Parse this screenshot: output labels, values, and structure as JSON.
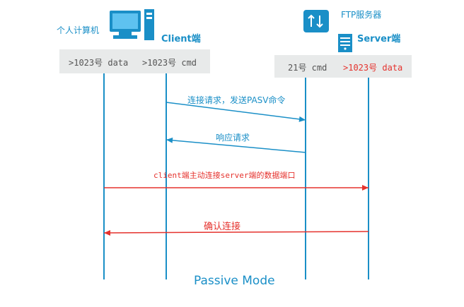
{
  "client": {
    "caption": "个人计算机",
    "name": "Client端",
    "port_data": ">1023号 data",
    "port_cmd": ">1023号 cmd"
  },
  "server": {
    "caption": "FTP服务器",
    "name": "Server端",
    "port_cmd": "21号 cmd",
    "port_data": ">1023号 data"
  },
  "messages": [
    {
      "label": "连接请求，发送PASV命令",
      "from": "client_cmd",
      "to": "server_cmd",
      "color": "#1a8fc7"
    },
    {
      "label": "响应请求",
      "from": "server_cmd",
      "to": "client_cmd",
      "color": "#1a8fc7"
    },
    {
      "label": "client端主动连接server端的数据端口",
      "from": "client_data",
      "to": "server_data",
      "color": "#e5322d"
    },
    {
      "label": "确认连接",
      "from": "server_data",
      "to": "client_data",
      "color": "#e5322d"
    }
  ],
  "footer": "Passive Mode",
  "colors": {
    "lane": "#1a8fc7",
    "box_bg": "#e8eaea",
    "highlight": "#e5322d"
  }
}
